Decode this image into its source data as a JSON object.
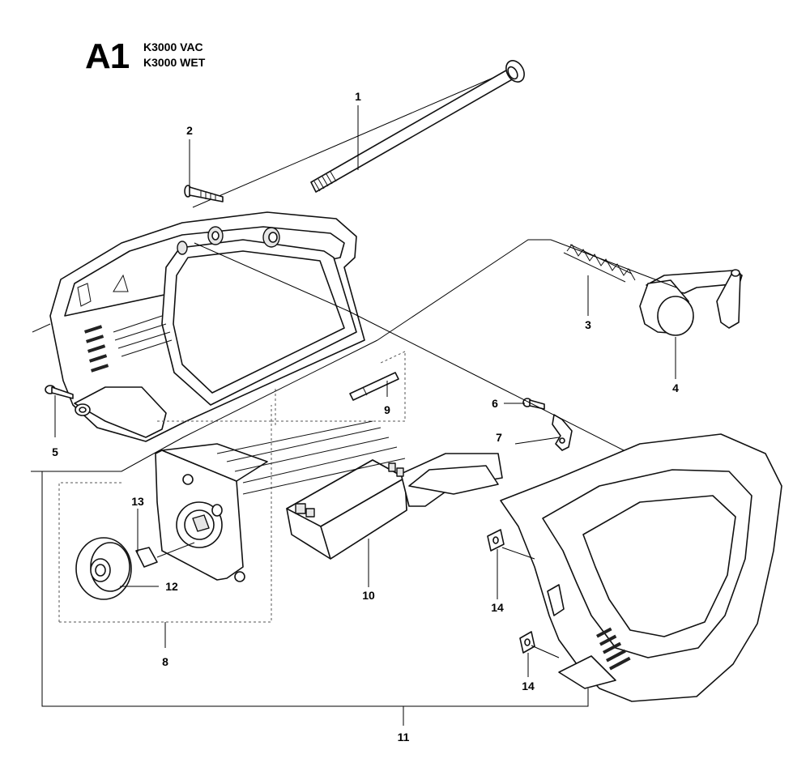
{
  "header": {
    "section_code": "A1",
    "models": [
      "K3000 VAC",
      "K3000 WET"
    ]
  },
  "callouts": [
    "1",
    "2",
    "3",
    "4",
    "5",
    "6",
    "7",
    "8",
    "9",
    "10",
    "11",
    "12",
    "13",
    "14",
    "14"
  ]
}
